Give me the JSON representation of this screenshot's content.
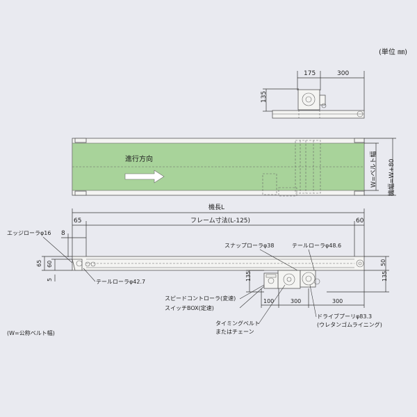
{
  "unit_note": "(単位 ㎜)",
  "footnote": "(W=公称ベルト幅)",
  "top_view": {
    "dim_175": "175",
    "dim_300": "300",
    "dim_135": "135"
  },
  "plan_view": {
    "direction_label": "進行方向",
    "belt_width_label": "W=ベルト幅",
    "machine_width_label": "機幅=W+80",
    "colors": {
      "belt": "#a8d39a",
      "frame": "#f4f4f2",
      "arrow": "#ffffff"
    }
  },
  "side_view": {
    "machine_length_label": "機長L",
    "frame_size_label": "フレーム寸法(L-125)",
    "dim_65_left": "65",
    "dim_60_right": "60",
    "dim_8": "8",
    "edge_roller_label": "エッジローラφ16",
    "tail_roller_left_label": "テールローラφ42.7",
    "snap_roller_label": "スナップローラφ38",
    "tail_roller_right_label": "テールローラφ48.6",
    "dim_65_height": "65",
    "dim_60_height": "60",
    "dim_5": "5",
    "dim_50": "50",
    "dim_135_left": "135",
    "dim_135_right": "135",
    "dim_100": "100",
    "dim_300_mid": "300",
    "dim_300_right": "300",
    "speed_controller_label": "スピードコントローラ(変速)",
    "switch_box_label": "スイッチBOX(定速)",
    "timing_belt_label_1": "タイミングベルト",
    "timing_belt_label_2": "またはチェーン",
    "drive_pulley_label_1": "ドライブプーリφ83.3",
    "drive_pulley_label_2": "(ウレタンゴムライニング)"
  }
}
